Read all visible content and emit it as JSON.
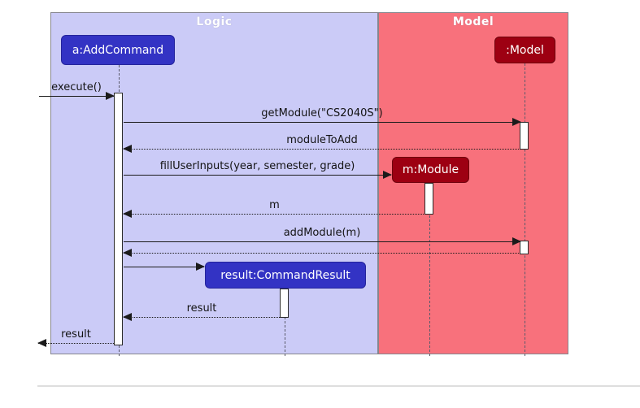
{
  "diagram": {
    "type": "uml-sequence",
    "partitions": [
      {
        "title": "Logic",
        "background": "#cbcbf7"
      },
      {
        "title": "Model",
        "background": "#f8717c"
      }
    ],
    "participants": [
      {
        "label": "a:AddCommand",
        "color": "#3333c4"
      },
      {
        "label": ":Model",
        "color": "#9d0012"
      },
      {
        "label": "m:Module",
        "color": "#9d0012"
      },
      {
        "label": "result:CommandResult",
        "color": "#3333c4"
      }
    ],
    "messages": [
      {
        "label": "execute()",
        "type": "solid",
        "from": "caller",
        "to": "a:AddCommand"
      },
      {
        "label": "getModule(\"CS2040S\")",
        "type": "solid",
        "from": "a:AddCommand",
        "to": ":Model"
      },
      {
        "label": "moduleToAdd",
        "type": "return",
        "from": ":Model",
        "to": "a:AddCommand"
      },
      {
        "label": "fillUserInputs(year, semester, grade)",
        "type": "solid",
        "from": "a:AddCommand",
        "to": "m:Module"
      },
      {
        "label": "m",
        "type": "return",
        "from": "m:Module",
        "to": "a:AddCommand"
      },
      {
        "label": "addModule(m)",
        "type": "solid",
        "from": "a:AddCommand",
        "to": ":Model"
      },
      {
        "label": "",
        "type": "return",
        "from": ":Model",
        "to": "a:AddCommand"
      },
      {
        "label": "",
        "type": "solid",
        "from": "a:AddCommand",
        "to": "result:CommandResult"
      },
      {
        "label": "result",
        "type": "return",
        "from": "result:CommandResult",
        "to": "a:AddCommand"
      },
      {
        "label": "result",
        "type": "return",
        "from": "a:AddCommand",
        "to": "caller"
      }
    ],
    "colors": {
      "logic_accent": "#3333c4",
      "model_accent": "#9d0012",
      "logic_partition_bg": "#cbcbf7",
      "model_partition_bg": "#f8717c",
      "line": "#1b1b1b",
      "lifeline": "#5a5a6a",
      "partition_border": "#86868e"
    }
  }
}
